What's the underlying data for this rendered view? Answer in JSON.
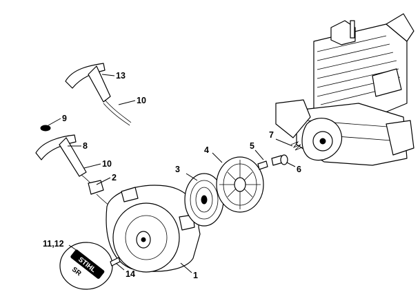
{
  "diagram": {
    "callouts": [
      {
        "id": "c13",
        "text": "13"
      },
      {
        "id": "c10a",
        "text": "10"
      },
      {
        "id": "c9",
        "text": "9"
      },
      {
        "id": "c8",
        "text": "8"
      },
      {
        "id": "c10b",
        "text": "10"
      },
      {
        "id": "c2",
        "text": "2"
      },
      {
        "id": "c3",
        "text": "3"
      },
      {
        "id": "c4",
        "text": "4"
      },
      {
        "id": "c5",
        "text": "5"
      },
      {
        "id": "c7",
        "text": "7"
      },
      {
        "id": "c6",
        "text": "6"
      },
      {
        "id": "c1112",
        "text": "11,12"
      },
      {
        "id": "c14",
        "text": "14"
      },
      {
        "id": "c1",
        "text": "1"
      }
    ],
    "logo_text": "STIHL",
    "model_text": "SR"
  }
}
